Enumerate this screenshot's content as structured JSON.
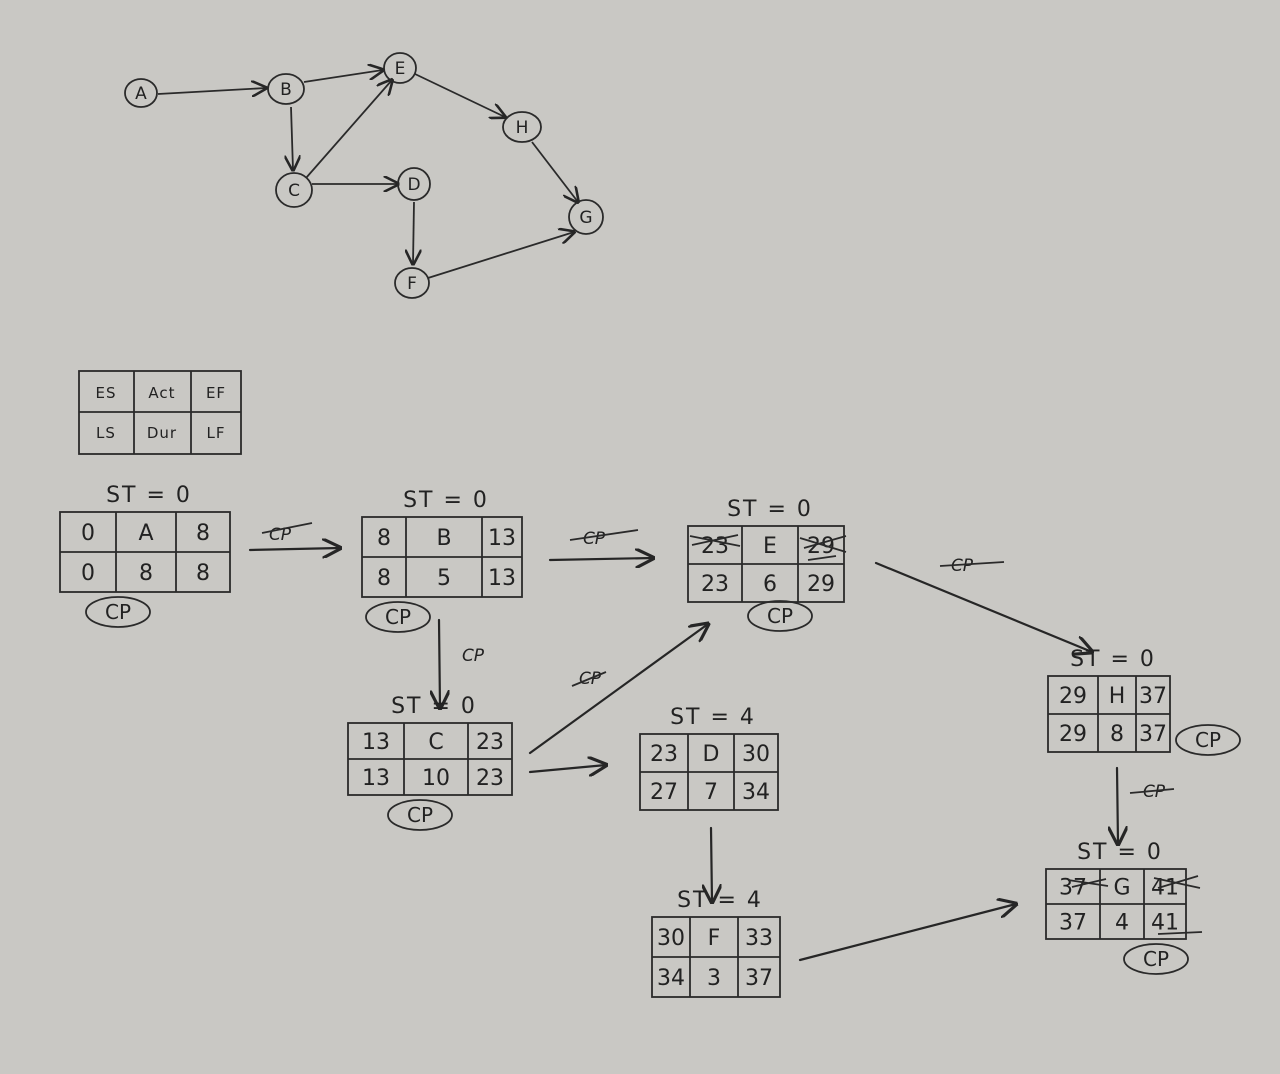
{
  "network": {
    "nodes": [
      "A",
      "B",
      "C",
      "D",
      "E",
      "F",
      "G",
      "H"
    ],
    "edges": [
      [
        "A",
        "B"
      ],
      [
        "B",
        "C"
      ],
      [
        "B",
        "E"
      ],
      [
        "C",
        "E"
      ],
      [
        "C",
        "D"
      ],
      [
        "D",
        "F"
      ],
      [
        "E",
        "H"
      ],
      [
        "H",
        "G"
      ],
      [
        "F",
        "G"
      ]
    ]
  },
  "legend": {
    "top": [
      "ES",
      "Act",
      "EF"
    ],
    "bottom": [
      "LS",
      "Dur",
      "LF"
    ]
  },
  "activities": [
    {
      "id": "A",
      "st": "ST = 0",
      "es": "0",
      "ef": "8",
      "ls": "0",
      "dur": "8",
      "lf": "8",
      "cp": "CP"
    },
    {
      "id": "B",
      "st": "ST = 0",
      "es": "8",
      "ef": "13",
      "ls": "8",
      "dur": "5",
      "lf": "13",
      "cp": "CP"
    },
    {
      "id": "C",
      "st": "ST = 0",
      "es": "13",
      "ef": "23",
      "ls": "13",
      "dur": "10",
      "lf": "23",
      "cp": "CP"
    },
    {
      "id": "E",
      "st": "ST = 0",
      "es": "23",
      "ef": "29",
      "ls": "23",
      "dur": "6",
      "lf": "29",
      "cp": "CP"
    },
    {
      "id": "D",
      "st": "ST = 4",
      "es": "23",
      "ef": "30",
      "ls": "27",
      "dur": "7",
      "lf": "34",
      "cp": ""
    },
    {
      "id": "F",
      "st": "ST = 4",
      "es": "30",
      "ef": "33",
      "ls": "34",
      "dur": "3",
      "lf": "37",
      "cp": ""
    },
    {
      "id": "H",
      "st": "ST = 0",
      "es": "29",
      "ef": "37",
      "ls": "29",
      "dur": "8",
      "lf": "37",
      "cp": "CP"
    },
    {
      "id": "G",
      "st": "ST = 0",
      "es": "37",
      "ef": "41",
      "ls": "37",
      "dur": "4",
      "lf": "41",
      "cp": "CP"
    }
  ],
  "edge_labels": {
    "cp": "CP"
  }
}
